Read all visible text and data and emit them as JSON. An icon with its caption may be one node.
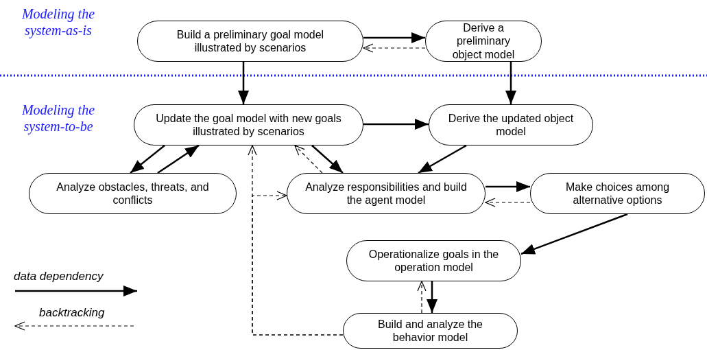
{
  "diagram": {
    "nodes": [
      {
        "text": [
          "Build a preliminary goal model illustrated by scenarios"
        ]
      },
      {
        "text": [
          "Derive a preliminary object model"
        ]
      },
      {
        "text": [
          "Update the goal model with new goals illustrated by scenarios"
        ]
      },
      {
        "text": [
          "Derive the updated object model"
        ]
      },
      {
        "text": [
          "Analyze obstacles, threats, and conflicts"
        ]
      },
      {
        "text": [
          "Analyze responsibilities and build the agent model"
        ]
      },
      {
        "text": [
          "Make choices among alternative options"
        ]
      },
      {
        "text": [
          "Operationalize goals in the operation model"
        ]
      },
      {
        "text": [
          "Build and analyze the behavior model"
        ]
      }
    ],
    "edges": [
      {
        "from": 0,
        "to": 1,
        "arrow": "to"
      },
      {
        "from": 1,
        "to": 0,
        "arrow": "to",
        "style": "dashed"
      },
      {
        "from": 0,
        "to": 2,
        "arrow": "to"
      },
      {
        "from": 1,
        "to": 3,
        "arrow": "to"
      },
      {
        "from": 2,
        "to": 3,
        "arrow": "to"
      },
      {
        "from": 2,
        "to": 4,
        "arrow": "to"
      },
      {
        "from": 4,
        "to": 2,
        "arrow": "to"
      },
      {
        "from": 5,
        "to": 2,
        "arrow": "to",
        "style": "dashed"
      },
      {
        "from": 2,
        "to": 5,
        "arrow": "to"
      },
      {
        "from": 3,
        "to": 5,
        "arrow": "to"
      },
      {
        "from": 5,
        "to": 6,
        "arrow": "to"
      },
      {
        "from": 6,
        "to": 5,
        "arrow": "to",
        "style": "dashed"
      },
      {
        "from": 6,
        "to": 7,
        "arrow": "to"
      },
      {
        "from": 7,
        "to": 8,
        "arrow": "to"
      },
      {
        "from": 8,
        "to": 7,
        "arrow": "to",
        "style": "dashed"
      },
      {
        "from": 8,
        "to": 2,
        "arrow": "to",
        "style": "dashed"
      },
      {
        "from": 8,
        "to": 5,
        "arrow": "to",
        "style": "dashed"
      }
    ],
    "labels": [
      "Modeling the system-as-is",
      "Modeling the system-to-be"
    ],
    "legend": [
      {
        "text": "data dependency"
      },
      {
        "text": "backtracking"
      }
    ]
  }
}
